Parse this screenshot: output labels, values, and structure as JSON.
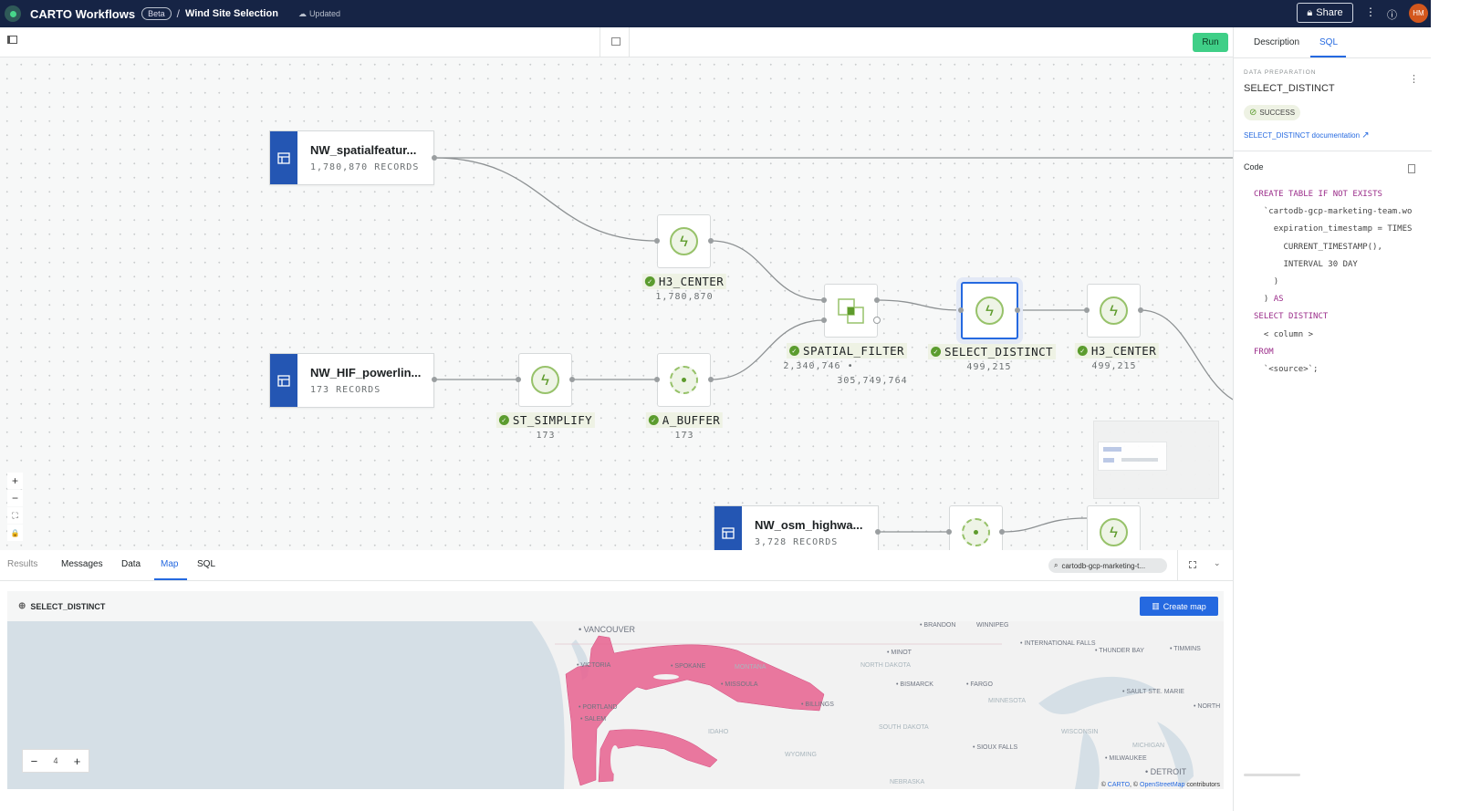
{
  "header": {
    "app_name": "CARTO Workflows",
    "badge": "Beta",
    "separator": "/",
    "workflow_name": "Wind Site Selection",
    "save_status": "Updated",
    "share_label": "Share",
    "avatar_initials": "HM",
    "brand_color": "#162445"
  },
  "toolbar": {
    "run_label": "Run",
    "run_color": "#3fcf87"
  },
  "canvas": {
    "sources": [
      {
        "name": "NW_spatialfeatur...",
        "records": "1,780,870 RECORDS"
      },
      {
        "name": "NW_HIF_powerlin...",
        "records": "173 RECORDS"
      },
      {
        "name": "NW_osm_highwa...",
        "records": "3,728 RECORDS"
      }
    ],
    "nodes": [
      {
        "label": "H3_CENTER",
        "count": "1,780,870",
        "icon": "lightning-icon"
      },
      {
        "label": "ST_SIMPLIFY",
        "count": "173",
        "icon": "lightning-icon"
      },
      {
        "label": "A_BUFFER",
        "count": "173",
        "icon": "buffer-icon"
      },
      {
        "label": "SPATIAL_FILTER",
        "count": "2,340,746 •",
        "count2": "305,749,764",
        "icon": "spatial-filter-icon"
      },
      {
        "label": "SELECT_DISTINCT",
        "count": "499,215",
        "icon": "lightning-icon",
        "selected": true
      },
      {
        "label": "H3_CENTER",
        "count": "499,215",
        "icon": "lightning-icon"
      }
    ],
    "zoom_controls": [
      "+",
      "−",
      "⛶",
      "🔒"
    ]
  },
  "right_panel": {
    "tabs": [
      {
        "label": "Description",
        "active": false
      },
      {
        "label": "SQL",
        "active": true
      }
    ],
    "section": "DATA PREPARATION",
    "node_name": "SELECT_DISTINCT",
    "status": "SUCCESS",
    "doc_link": "SELECT_DISTINCT documentation",
    "code_label": "Code",
    "code_lines": [
      "CREATE TABLE IF NOT EXISTS",
      "  `cartodb-gcp-marketing-team.wo",
      "    expiration_timestamp = TIMES",
      "      CURRENT_TIMESTAMP(),",
      "      INTERVAL 30 DAY",
      "    )",
      "  ) AS",
      "SELECT DISTINCT",
      "  < column >",
      "FROM",
      "  `<source>`;"
    ]
  },
  "bottom": {
    "tabs": [
      {
        "label": "Results"
      },
      {
        "label": "Messages"
      },
      {
        "label": "Data"
      },
      {
        "label": "Map",
        "active": true
      },
      {
        "label": "SQL"
      }
    ],
    "connection": "cartodb-gcp-marketing-t...",
    "layer_name": "SELECT_DISTINCT",
    "create_map_label": "Create map",
    "zoom_level": "4",
    "attribution": {
      "prefix": "© ",
      "carto": "CARTO",
      "mid": ", © ",
      "osm": "OpenStreetMap",
      "suffix": " contributors"
    },
    "cities": [
      "VANCOUVER",
      "VICTORIA",
      "SPOKANE",
      "MISSOULA",
      "BILLINGS",
      "PORTLAND",
      "SALEM",
      "BRANDON",
      "WINNIPEG",
      "MINOT",
      "BISMARCK",
      "FARGO",
      "INTERNATIONAL FALLS",
      "THUNDER BAY",
      "TIMMINS",
      "SAULT STE. MARIE",
      "NORTH",
      "SIOUX FALLS",
      "MILWAUKEE",
      "DETROIT"
    ],
    "states": [
      "MONTANA",
      "IDAHO",
      "WYOMING",
      "NORTH DAKOTA",
      "MINNESOTA",
      "SOUTH DAKOTA",
      "WISCONSIN",
      "MICHIGAN",
      "NEBRASKA"
    ],
    "hex_color": "#e8628f"
  }
}
